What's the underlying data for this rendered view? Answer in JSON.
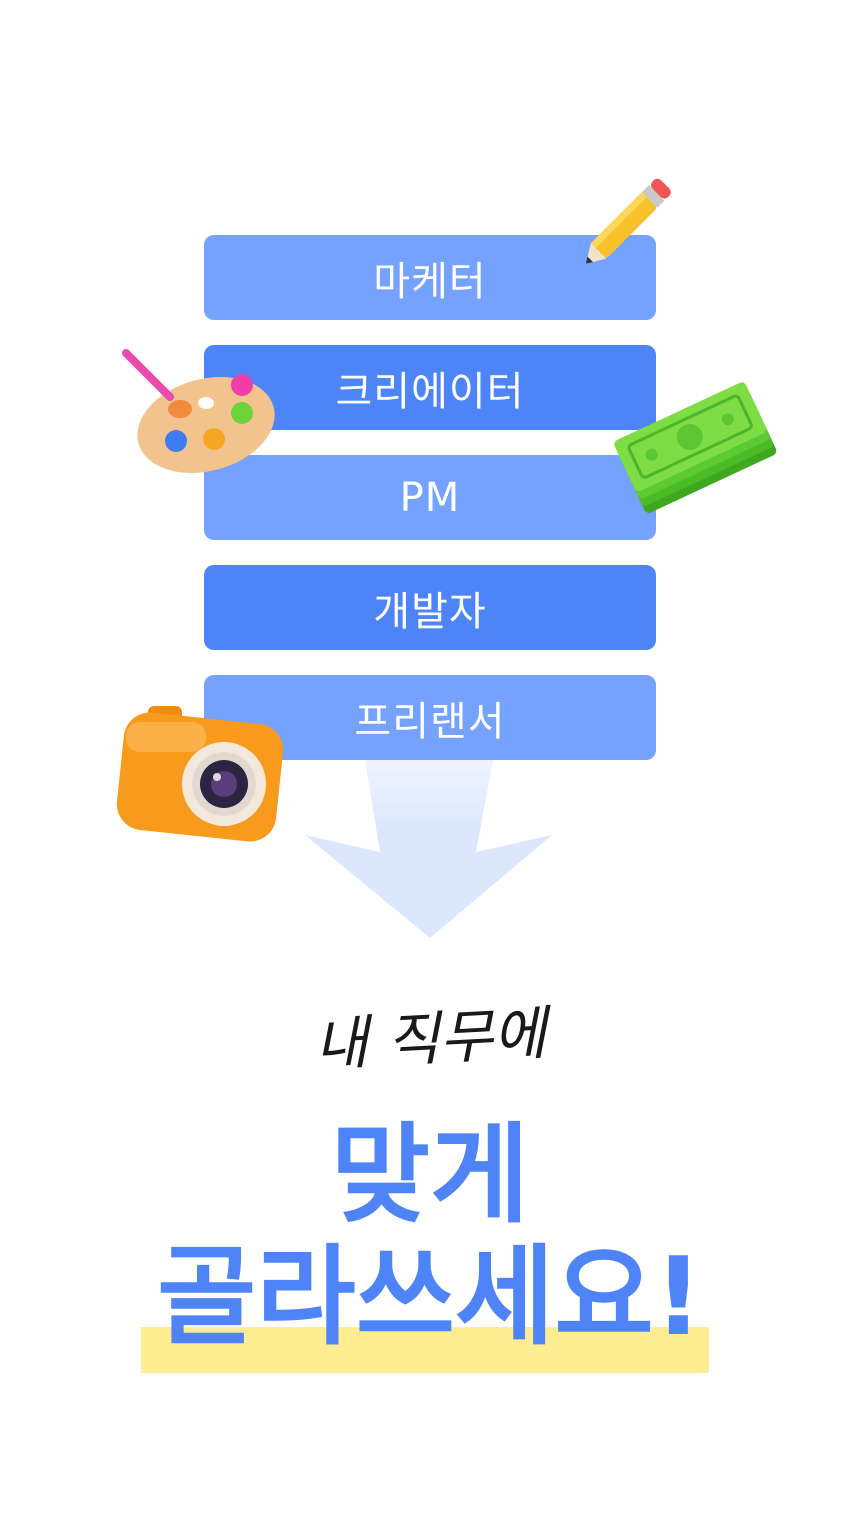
{
  "jobs": [
    {
      "label": "마케터",
      "style": "light"
    },
    {
      "label": "크리에이터",
      "style": "dark"
    },
    {
      "label": "PM",
      "style": "light"
    },
    {
      "label": "개발자",
      "style": "dark"
    },
    {
      "label": "프리랜서",
      "style": "light"
    }
  ],
  "headline": {
    "handwritten": "내 직무에",
    "line1": "맞게",
    "line2": "골라쓰세요!"
  },
  "colors": {
    "light_blue": "#75A1FF",
    "dark_blue": "#4D84F7",
    "headline_blue": "#4E84F7",
    "highlight": "#FFEE91",
    "arrow": "#DCE7FD"
  }
}
